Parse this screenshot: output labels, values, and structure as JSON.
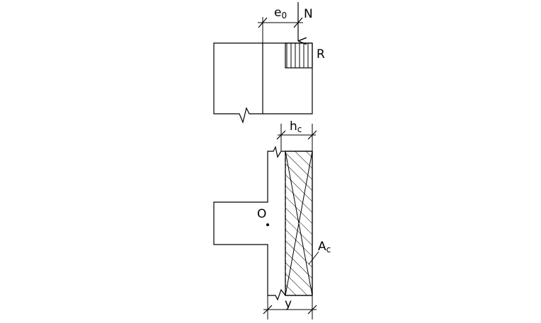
{
  "labels": {
    "eccentricity": "e",
    "eccentricity_sub": "0",
    "force": "N",
    "bearing_zone": "R",
    "height": "h",
    "height_sub": "c",
    "centroid": "O",
    "area": "A",
    "area_sub": "c",
    "depth": "y"
  },
  "colors": {
    "stroke": "#000000",
    "background": "#ffffff"
  }
}
